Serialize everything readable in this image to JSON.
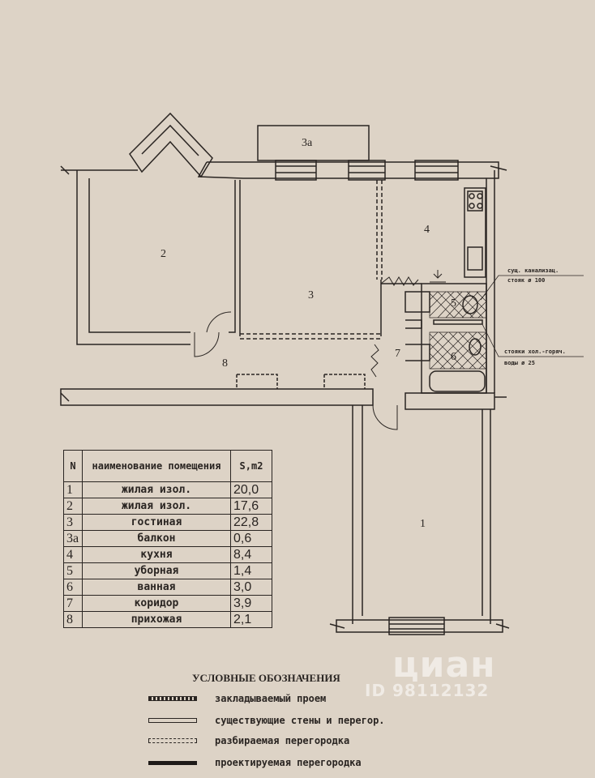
{
  "plan": {
    "rooms": [
      {
        "label": "1"
      },
      {
        "label": "2"
      },
      {
        "label": "3"
      },
      {
        "label": "3a"
      },
      {
        "label": "4"
      },
      {
        "label": "5"
      },
      {
        "label": "6"
      },
      {
        "label": "7"
      },
      {
        "label": "8"
      }
    ],
    "notes": {
      "sewer_1": "сущ. канализац.",
      "sewer_2": "стояк ø 100",
      "water_1": "стояки хол.-горяч.",
      "water_2": "воды ø 25"
    }
  },
  "table": {
    "headers": {
      "n": "N",
      "name": "наименование помещения",
      "area": "S,m2"
    },
    "rows": [
      {
        "n": "1",
        "name": "жилая изол.",
        "area": "20,0"
      },
      {
        "n": "2",
        "name": "жилая изол.",
        "area": "17,6"
      },
      {
        "n": "3",
        "name": "гостиная",
        "area": "22,8"
      },
      {
        "n": "3a",
        "name": "балкон",
        "area": "0,6"
      },
      {
        "n": "4",
        "name": "кухня",
        "area": "8,4"
      },
      {
        "n": "5",
        "name": "уборная",
        "area": "1,4"
      },
      {
        "n": "6",
        "name": "ванная",
        "area": "3,0"
      },
      {
        "n": "7",
        "name": "коридор",
        "area": "3,9"
      },
      {
        "n": "8",
        "name": "прихожая",
        "area": "2,1"
      }
    ]
  },
  "legend": {
    "title": "УСЛОВНЫЕ ОБОЗНАЧЕНИЯ",
    "items": [
      {
        "label": "закладываемый проем"
      },
      {
        "label": "существующие стены и перегор."
      },
      {
        "label": "разбираемая перегородка"
      },
      {
        "label": "проектируемая перегородка"
      }
    ]
  },
  "watermark": {
    "brand": "циан",
    "id": "ID 98112132"
  }
}
